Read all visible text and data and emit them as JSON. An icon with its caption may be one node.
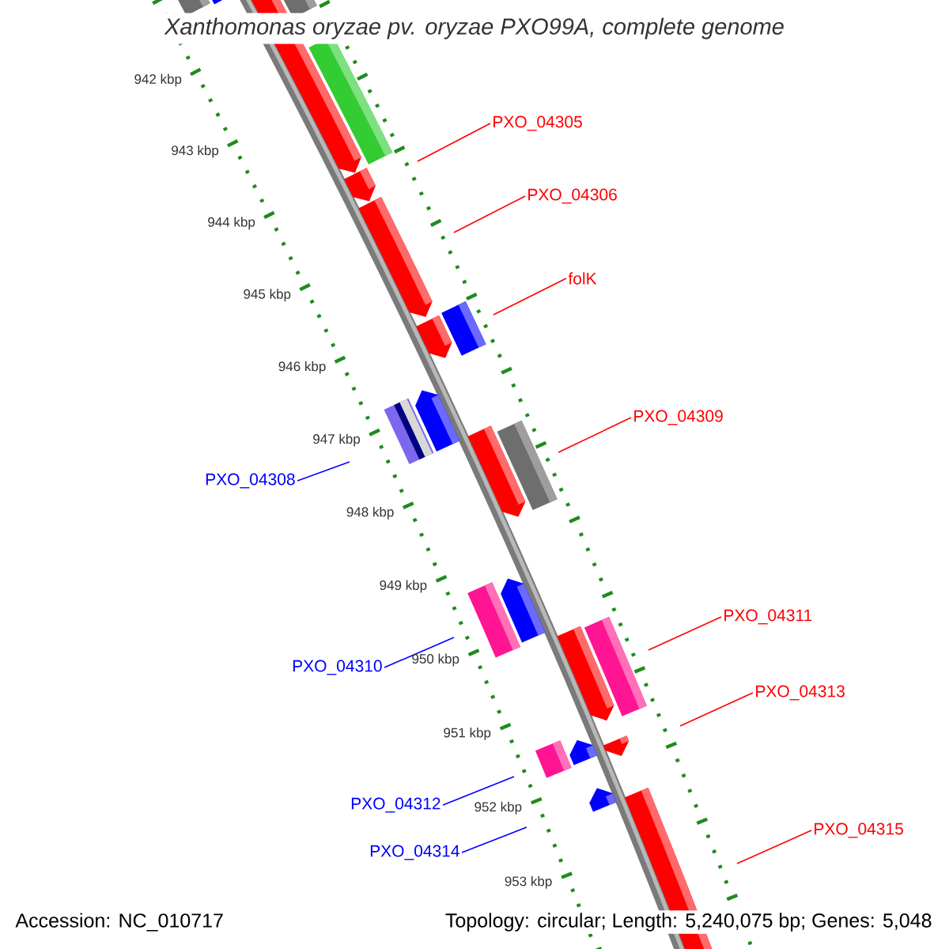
{
  "diagram": {
    "title": "Xanthomonas oryzae pv. oryzae PXO99A, complete genome",
    "nodes": [
      {
        "text": [
          "PXO_04305"
        ]
      },
      {
        "text": [
          "PXO_04306"
        ]
      },
      {
        "text": [
          "folK"
        ]
      },
      {
        "text": [
          "PXO_04309"
        ]
      },
      {
        "text": [
          "PXO_04308"
        ]
      },
      {
        "text": [
          "PXO_04311"
        ]
      },
      {
        "text": [
          "PXO_04310"
        ]
      },
      {
        "text": [
          "PXO_04313"
        ]
      },
      {
        "text": [
          "PXO_04312"
        ]
      },
      {
        "text": [
          "PXO_04315"
        ]
      },
      {
        "text": [
          "PXO_04314"
        ]
      }
    ],
    "edges": [
      {
        "from": 0,
        "to": null,
        "arrow": "none"
      },
      {
        "from": 1,
        "to": null,
        "arrow": "none"
      },
      {
        "from": 2,
        "to": null,
        "arrow": "none"
      },
      {
        "from": 3,
        "to": null,
        "arrow": "none"
      },
      {
        "from": 4,
        "to": null,
        "arrow": "none",
        "color": "#0000ff"
      },
      {
        "from": 5,
        "to": null,
        "arrow": "none"
      },
      {
        "from": 6,
        "to": null,
        "arrow": "none",
        "color": "#0000ff"
      },
      {
        "from": 7,
        "to": null,
        "arrow": "none"
      },
      {
        "from": 8,
        "to": null,
        "arrow": "none",
        "color": "#0000ff"
      },
      {
        "from": 9,
        "to": null,
        "arrow": "none"
      },
      {
        "from": 10,
        "to": null,
        "arrow": "none",
        "color": "#0000ff"
      }
    ],
    "labels": [
      "942 kbp",
      "943 kbp",
      "944 kbp",
      "945 kbp",
      "946 kbp",
      "947 kbp",
      "948 kbp",
      "949 kbp",
      "950 kbp",
      "951 kbp",
      "952 kbp",
      "953 kbp",
      "Accession: NC_010717",
      "Topology: circular; Length: 5,240,075 bp; Genes: 5,048"
    ]
  }
}
